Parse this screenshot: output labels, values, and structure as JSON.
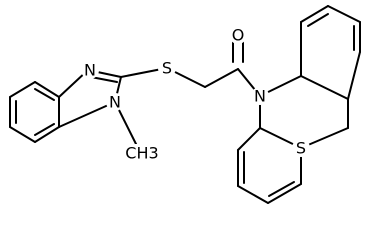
{
  "molecule": {
    "atoms": {
      "n_imine": "N",
      "n_methyl": "N",
      "methyl": "CH3",
      "s_thioether": "S",
      "o_carbonyl": "O",
      "n_phenothiazine": "N",
      "s_phenothiazine": "S"
    }
  }
}
